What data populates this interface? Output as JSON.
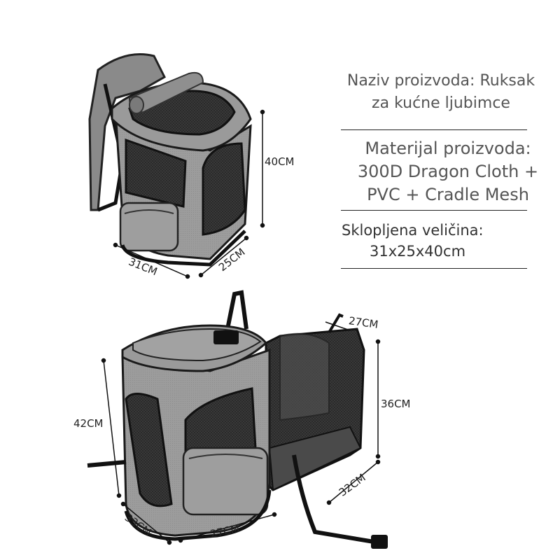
{
  "info": {
    "name_line1": "Naziv proizvoda: Ruksak",
    "name_line2": "za kućne ljubimce",
    "material_line1": "Materijal proizvoda:",
    "material_line2": "300D Dragon Cloth +",
    "material_line3": "PVC + Cradle Mesh",
    "folded_label": "Sklopljena veličina:",
    "folded_value": "31x25x40cm"
  },
  "dimensions": {
    "folded": {
      "height": "40CM",
      "width": "31CM",
      "depth": "25CM"
    },
    "expanded": {
      "depth_top": "27CM",
      "height_right": "36CM",
      "height_left": "42CM",
      "depth_left": "33CM",
      "width_bottom": "27CM",
      "depth_bottom_right": "32CM"
    }
  },
  "colors": {
    "fabric": "#9a9a9a",
    "trim": "#1a1a1a",
    "mesh": "#2a2a2a",
    "text": "#555555"
  }
}
